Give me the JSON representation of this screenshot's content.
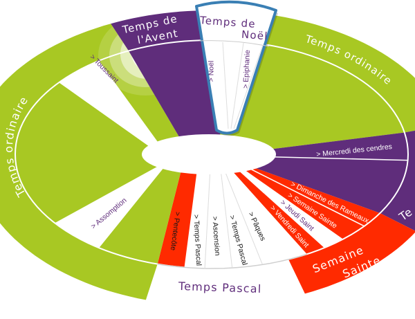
{
  "colors": {
    "purple": "#5f2d7b",
    "green": "#a8c823",
    "red": "#ff2a00",
    "white": "#ffffff",
    "noel_border": "#3a7fb4"
  },
  "highlighted_season": "noel",
  "seasons": {
    "avent": {
      "line1": "Temps de",
      "line2": "l'Avent"
    },
    "noel": {
      "line1": "Temps de",
      "line2": "Noël"
    },
    "ordinaire_right": "Temps ordinaire",
    "careme": "Te",
    "semaine_sainte": {
      "line1": "Semaine",
      "line2": "Sainte"
    },
    "pascal": "Temps Pascal",
    "ordinaire_left": "Temps ordinaire"
  },
  "feasts": {
    "noel": "> Noël",
    "epiphanie": "> Epiphanie",
    "mercredi_cendres": "> Mercredi des cendres",
    "rameaux": "> Dimanche des Rameaux",
    "semaine_sainte": "> Semaine Sainte",
    "jeudi_saint": "> Jeudi Saint",
    "vendredi_saint": "> Vendredi Saint",
    "paques": "> Pâques",
    "temps_pascal_1": "> Temps Pascal",
    "ascension": "> Ascension",
    "temps_pascal_2": "> Temps Pascal",
    "pentecote": "> Pentecôte",
    "assomption": "> Assomption",
    "toussaint": "> Toussaint"
  }
}
